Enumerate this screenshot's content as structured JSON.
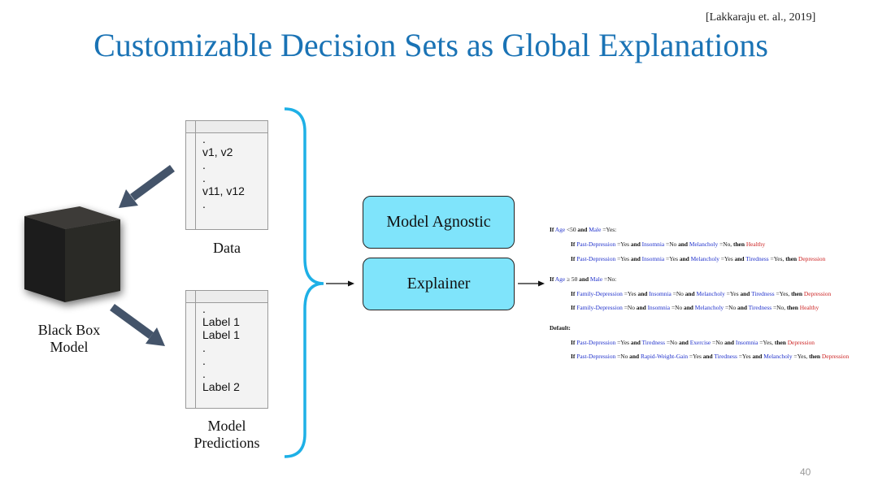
{
  "citation": "[Lakkaraju et. al., 2019]",
  "title": "Customizable Decision Sets as Global Explanations",
  "black_box": {
    "line1": "Black Box",
    "line2": "Model"
  },
  "data_table": {
    "rows": [
      ".",
      "v1, v2",
      ".",
      ".",
      "v11, v12",
      "."
    ],
    "caption": "Data"
  },
  "pred_table": {
    "rows": [
      ".",
      "Label 1",
      "Label 1",
      ".",
      ".",
      ".",
      "Label 2"
    ],
    "caption_line1": "Model",
    "caption_line2": "Predictions"
  },
  "boxes": {
    "top": "Model Agnostic",
    "bottom": "Explainer"
  },
  "rules": {
    "if": "If",
    "and": "and",
    "then": "then",
    "group1": {
      "cond": [
        "Age",
        "<50",
        "Male",
        "=Yes:"
      ],
      "r1": [
        "Past-Depression",
        "=Yes",
        "Insomnia",
        "=No",
        "Melancholy",
        "=No,",
        "Healthy"
      ],
      "r2": [
        "Past-Depression",
        "=Yes",
        "Insomnia",
        "=Yes",
        "Melancholy",
        "=Yes",
        "Tiredness",
        "=Yes,",
        "Depression"
      ]
    },
    "group2": {
      "cond": [
        "Age",
        "≥ 50",
        "Male",
        "=No:"
      ],
      "r1": [
        "Family-Depression",
        "=Yes",
        "Insomnia",
        "=No",
        "Melancholy",
        "=Yes",
        "Tiredness",
        "=Yes,",
        "Depression"
      ],
      "r2": [
        "Family-Depression",
        "=No",
        "Insomnia",
        "=No",
        "Melancholy",
        "=No",
        "Tiredness",
        "=No,",
        "Healthy"
      ]
    },
    "default_label": "Default:",
    "group3": {
      "r1": [
        "Past-Depression",
        "=Yes",
        "Tiredness",
        "=No",
        "Exercise",
        "=No",
        "Insomnia",
        "=Yes,",
        "Depression"
      ],
      "r2": [
        "Past-Depression",
        "=No",
        "Rapid-Weight-Gain",
        "=Yes",
        "Tiredness",
        "=Yes",
        "Melancholy",
        "=Yes,",
        "Depression"
      ]
    }
  },
  "page_number": "40",
  "colors": {
    "title": "#1a73b5",
    "box_fill": "#7fe4fb",
    "arrow": "#44546a",
    "brace": "#1eb0e6",
    "feature": "#2233cc",
    "outcome": "#cc2222"
  }
}
